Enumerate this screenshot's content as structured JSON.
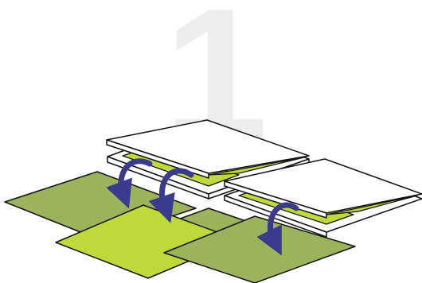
{
  "diagram": {
    "step_number": "1",
    "colors": {
      "background": "#ffffff",
      "numeral": "#ededed",
      "sheet_green_dark": "#9bb35a",
      "sheet_green_light": "#bfd93a",
      "tray_white": "#ffffff",
      "outline": "#111111",
      "arrow_blue": "#3a3a8f"
    },
    "arrows": [
      "curved-arrow-down",
      "curved-arrow-down",
      "curved-arrow-down"
    ]
  }
}
